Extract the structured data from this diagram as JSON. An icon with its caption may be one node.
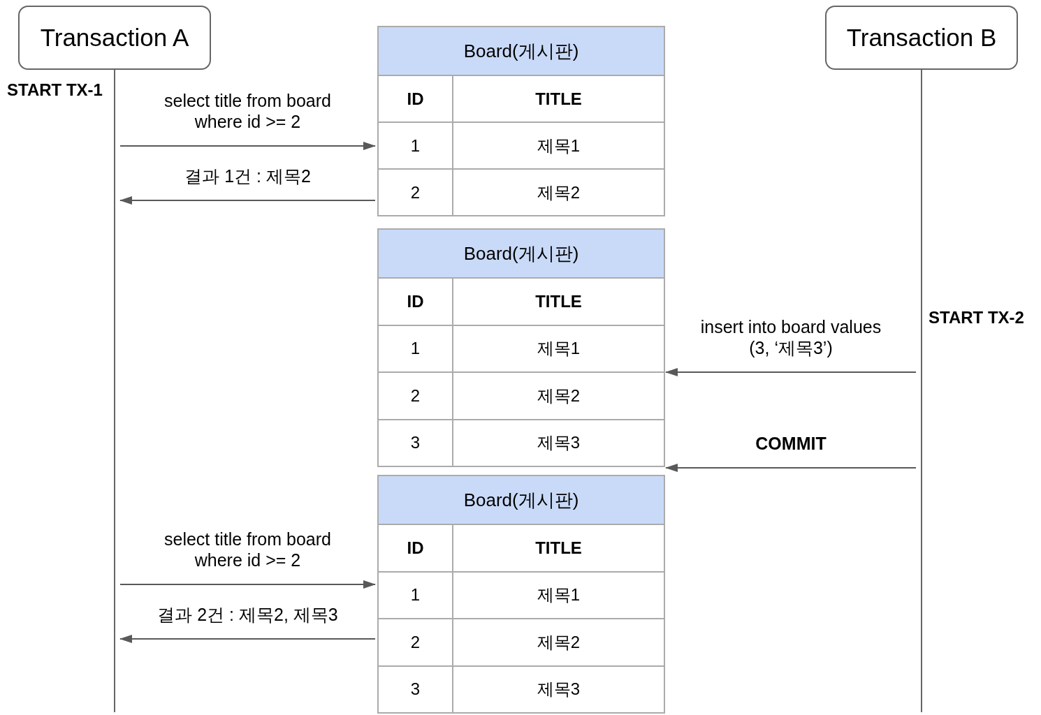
{
  "diagram": {
    "nodes": [
      {
        "text": [
          "Transaction A",
          "START TX-1"
        ]
      },
      {
        "text": [
          "Board(게시판)",
          "ID",
          "TITLE",
          "1",
          "제목1",
          "2",
          "제목2"
        ]
      },
      {
        "text": [
          "Transaction B",
          "START TX-2"
        ]
      },
      {
        "text": [
          "Board(게시판)",
          "ID",
          "TITLE",
          "1",
          "제목1",
          "2",
          "제목2",
          "3",
          "제목3"
        ]
      },
      {
        "text": [
          "Board(게시판)",
          "ID",
          "TITLE",
          "1",
          "제목1",
          "2",
          "제목2",
          "3",
          "제목3"
        ]
      }
    ],
    "edges": [
      {
        "from": 0,
        "to": 1,
        "arrow": "to",
        "label": "select title from board where id >= 2"
      },
      {
        "from": 1,
        "to": 0,
        "arrow": "to",
        "label": "결과 1건 : 제목2"
      },
      {
        "from": 2,
        "to": 3,
        "arrow": "to",
        "label": "insert into board values (3, ‘제목3’)"
      },
      {
        "from": 2,
        "to": 3,
        "arrow": "to",
        "label": "COMMIT"
      },
      {
        "from": 0,
        "to": 4,
        "arrow": "to",
        "label": "select title from board where id >= 2"
      },
      {
        "from": 4,
        "to": 0,
        "arrow": "to",
        "label": "결과 2건 : 제목2, 제목3"
      }
    ]
  }
}
